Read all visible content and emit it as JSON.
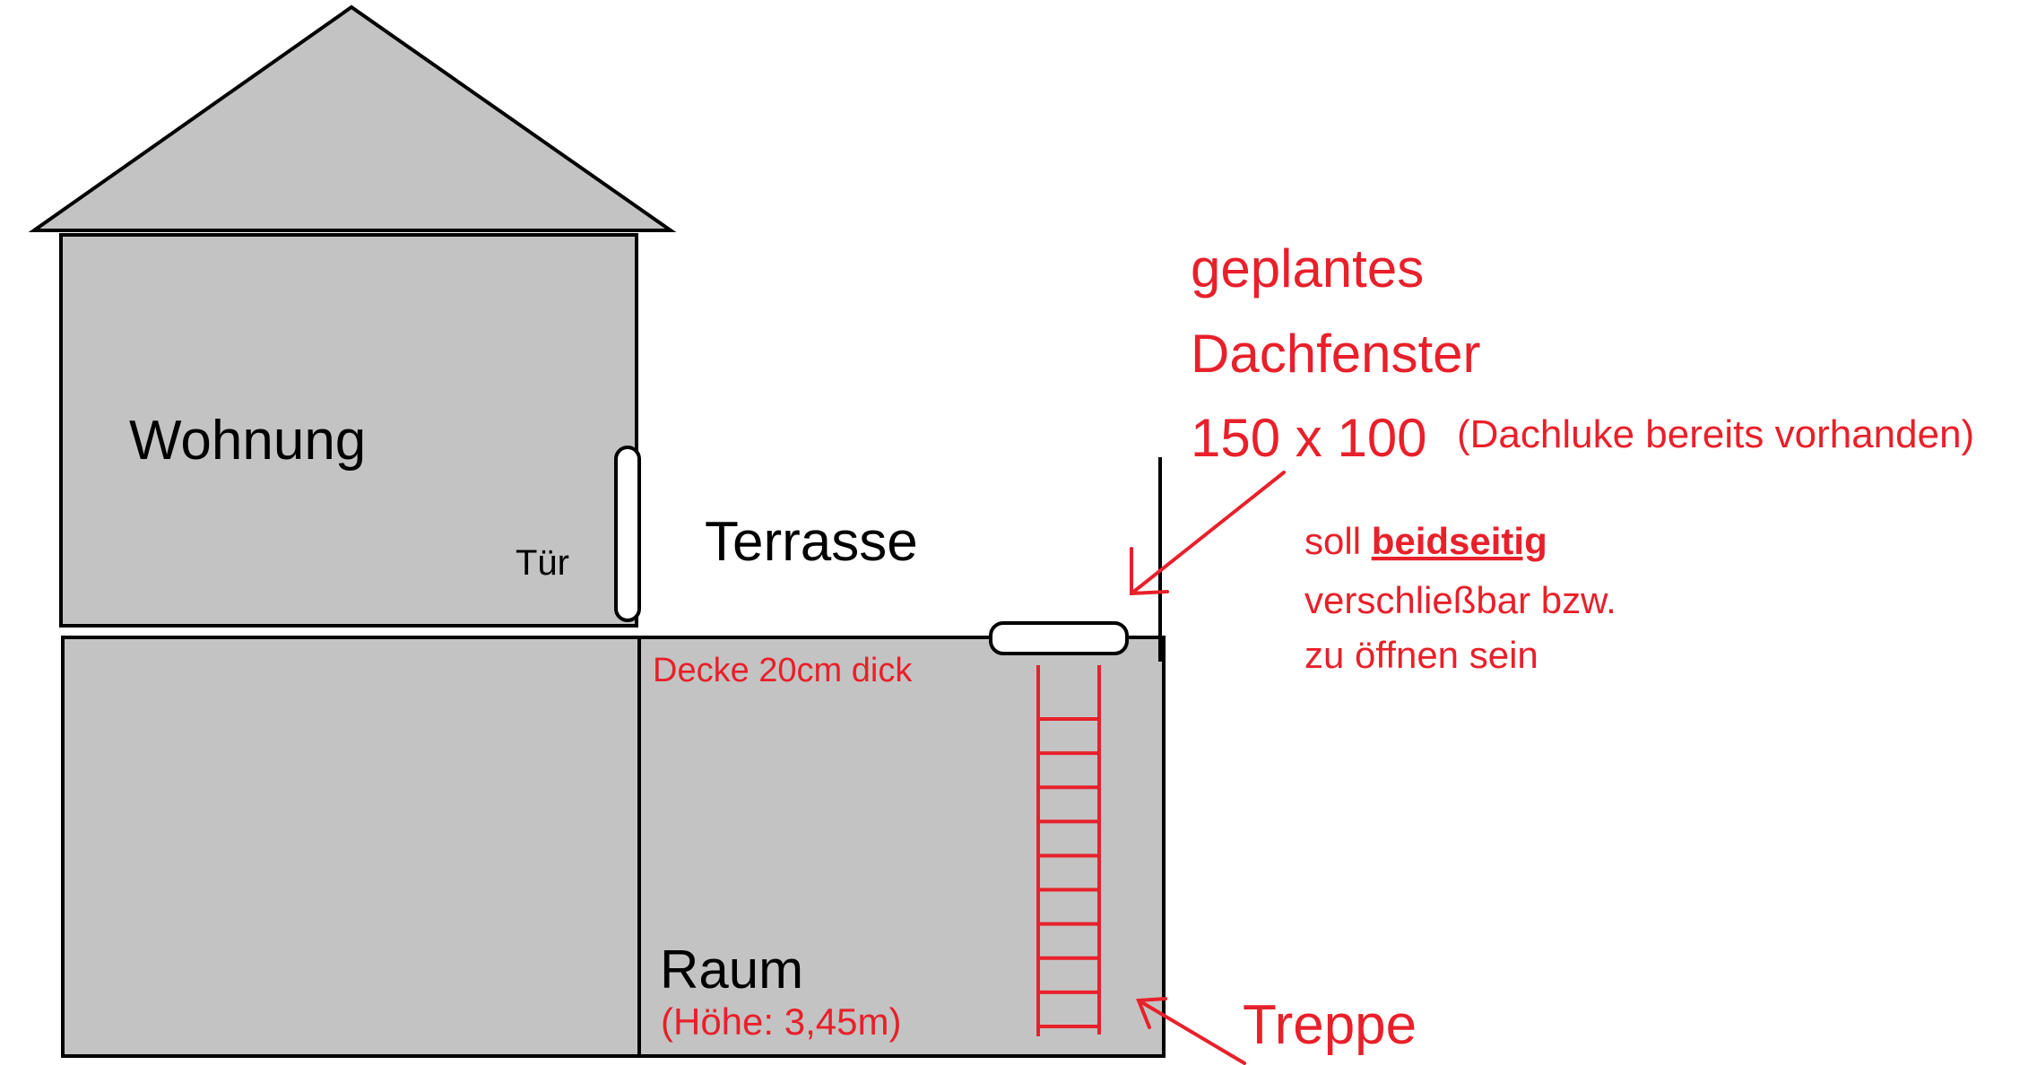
{
  "labels": {
    "wohnung": "Wohnung",
    "tuer": "Tür",
    "terrasse": "Terrasse",
    "raum": "Raum",
    "raum_hoehe": "(Höhe: 3,45m)",
    "decke": "Decke 20cm dick",
    "treppe": "Treppe"
  },
  "annotation": {
    "line1": "geplantes",
    "line2": "Dachfenster",
    "line3": "150 x 100",
    "line3_note": "(Dachluke bereits vorhanden)",
    "note_prefix": "soll ",
    "note_bold": "beidseitig",
    "note_line2": "verschließbar bzw.",
    "note_line3": "zu öffnen sein"
  },
  "colors": {
    "wall_fill": "#c3c3c3",
    "outline": "#000000",
    "annotation": "#e8202a",
    "window_fill": "#ffffff"
  },
  "ladder": {
    "rung_count": 10
  }
}
